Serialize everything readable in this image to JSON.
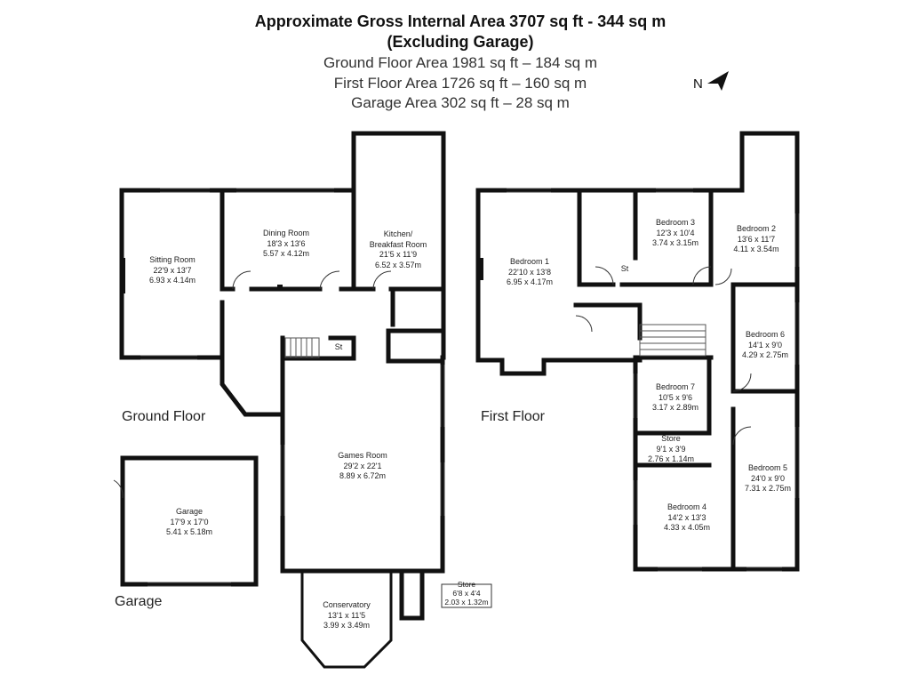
{
  "header": {
    "line1": "Approximate Gross Internal Area 3707 sq ft - 344 sq m",
    "line2": "(Excluding Garage)",
    "line3": "Ground Floor Area 1981 sq ft – 184 sq m",
    "line4": "First Floor Area 1726 sq ft – 160 sq m",
    "line5": "Garage Area 302 sq ft – 28 sq m"
  },
  "compass": {
    "label": "N"
  },
  "floors": {
    "ground": "Ground Floor",
    "first": "First Floor",
    "garage": "Garage"
  },
  "rooms": {
    "sitting": {
      "name": "Sitting Room",
      "imperial": "22'9 x 13'7",
      "metric": "6.93 x 4.14m"
    },
    "dining": {
      "name": "Dining Room",
      "imperial": "18'3 x 13'6",
      "metric": "5.57 x 4.12m"
    },
    "kitchen": {
      "name1": "Kitchen/",
      "name2": "Breakfast Room",
      "imperial": "21'5 x 11'9",
      "metric": "6.52 x 3.57m"
    },
    "games": {
      "name": "Games Room",
      "imperial": "29'2 x 22'1",
      "metric": "8.89 x 6.72m"
    },
    "conservatory": {
      "name": "Conservatory",
      "imperial": "13'1 x 11'5",
      "metric": "3.99 x 3.49m"
    },
    "store_ground": {
      "name": "Store",
      "imperial": "6'8 x 4'4",
      "metric": "2.03 x 1.32m"
    },
    "garage": {
      "name": "Garage",
      "imperial": "17'9 x 17'0",
      "metric": "5.41 x 5.18m"
    },
    "st_ground": {
      "name": "St"
    },
    "bedroom1": {
      "name": "Bedroom 1",
      "imperial": "22'10 x 13'8",
      "metric": "6.95 x 4.17m"
    },
    "bedroom2": {
      "name": "Bedroom 2",
      "imperial": "13'6 x 11'7",
      "metric": "4.11 x 3.54m"
    },
    "bedroom3": {
      "name": "Bedroom 3",
      "imperial": "12'3 x 10'4",
      "metric": "3.74 x 3.15m"
    },
    "bedroom4": {
      "name": "Bedroom 4",
      "imperial": "14'2 x 13'3",
      "metric": "4.33 x 4.05m"
    },
    "bedroom5": {
      "name": "Bedroom 5",
      "imperial": "24'0 x 9'0",
      "metric": "7.31 x 2.75m"
    },
    "bedroom6": {
      "name": "Bedroom 6",
      "imperial": "14'1 x 9'0",
      "metric": "4.29 x 2.75m"
    },
    "bedroom7": {
      "name": "Bedroom 7",
      "imperial": "10'5 x 9'6",
      "metric": "3.17 x 2.89m"
    },
    "store_first": {
      "name": "Store",
      "imperial": "9'1 x 3'9",
      "metric": "2.76 x 1.14m"
    },
    "st_first": {
      "name": "St"
    }
  }
}
